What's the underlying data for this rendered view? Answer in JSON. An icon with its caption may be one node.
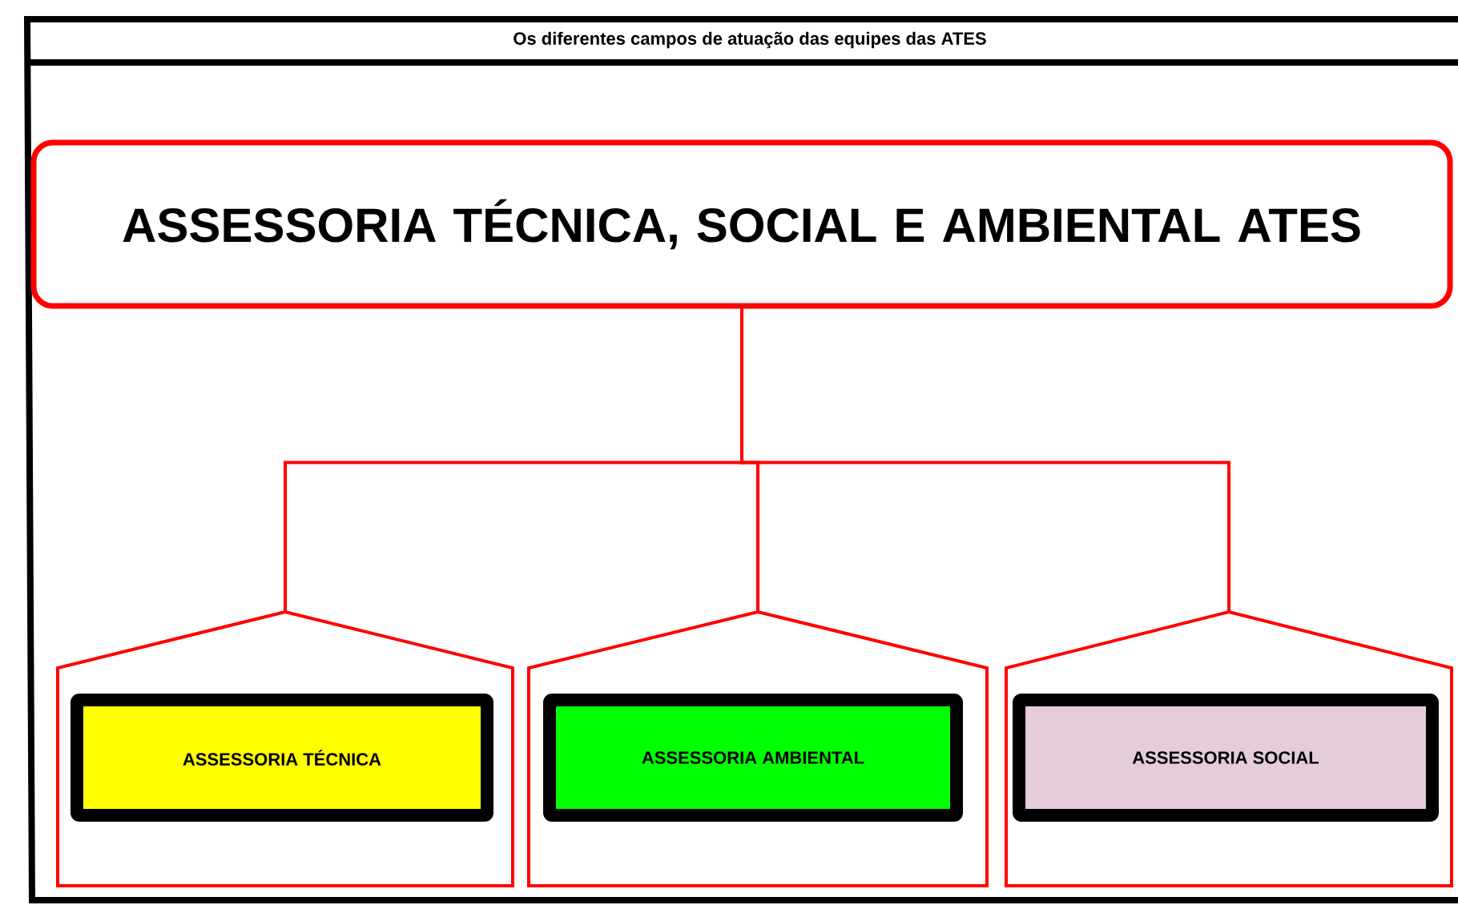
{
  "diagram": {
    "title": "Os diferentes campos de atuação das equipes das ATES",
    "nodes": [
      {
        "text": [
          "ASSESSORIA TÉCNICA, SOCIAL E AMBIENTAL ATES"
        ]
      },
      {
        "text": [],
        "shape": "pentagon"
      },
      {
        "text": [
          "ASSESSORIA TÉCNICA"
        ],
        "in": 1
      },
      {
        "text": [],
        "shape": "pentagon"
      },
      {
        "text": [
          "ASSESSORIA AMBIENTAL"
        ],
        "in": 3
      },
      {
        "text": [],
        "shape": "pentagon"
      },
      {
        "text": [
          "ASSESSORIA SOCIAL"
        ],
        "in": 5
      }
    ],
    "edges": [
      {
        "from": 0,
        "to": 1,
        "arrow": "none"
      },
      {
        "from": 0,
        "to": 3,
        "arrow": "none"
      },
      {
        "from": 0,
        "to": 5,
        "arrow": "none"
      }
    ]
  }
}
